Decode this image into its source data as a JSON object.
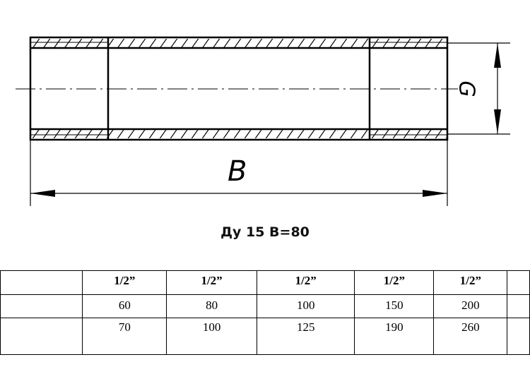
{
  "drawing": {
    "dimension_length_label": "B",
    "dimension_thread_label": "G"
  },
  "caption": "Ду 15 В=80",
  "table": {
    "rows": [
      [
        "",
        "1/2”",
        "1/2”",
        "1/2”",
        "1/2”",
        "1/2”",
        ""
      ],
      [
        "",
        "60",
        "80",
        "100",
        "150",
        "200",
        ""
      ],
      [
        "",
        "70",
        "100",
        "125",
        "190",
        "260",
        ""
      ]
    ]
  }
}
